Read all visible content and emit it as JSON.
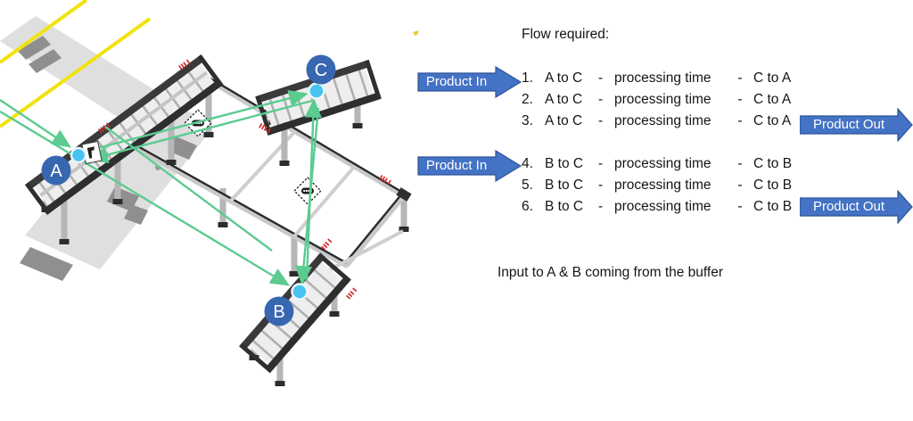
{
  "right_panel": {
    "title": "Flow required:",
    "separator": "-",
    "step_label": "processing time",
    "product_in_label": "Product In",
    "product_out_label": "Product Out",
    "flow_rows": [
      {
        "num": "1.",
        "from": "A to C",
        "to": "C to A"
      },
      {
        "num": "2.",
        "from": "A to C",
        "to": "C to A"
      },
      {
        "num": "3.",
        "from": "A to C",
        "to": "C to A"
      },
      {
        "num": "4.",
        "from": "B to C",
        "to": "C to B"
      },
      {
        "num": "5.",
        "from": "B to C",
        "to": "C to B"
      },
      {
        "num": "6.",
        "from": "B to C",
        "to": "C to B"
      }
    ],
    "footnote": "Input to A & B coming from the buffer"
  },
  "scene": {
    "stations": [
      {
        "id": "a",
        "label": "A"
      },
      {
        "id": "b",
        "label": "B"
      },
      {
        "id": "c",
        "label": "C"
      }
    ]
  },
  "colors": {
    "arrow-blue": "#4472c4",
    "arrow-border": "#2e5496",
    "flow-green": "#5ccb90",
    "station-blue": "#3767b1",
    "dot-cyan": "#49c3f0",
    "line-yellow": "#f2e20e",
    "floor-gray": "#dcdcdc",
    "rail-light": "#c9c9c9",
    "mark-red": "#d42a2a",
    "text-dark": "#151515"
  }
}
